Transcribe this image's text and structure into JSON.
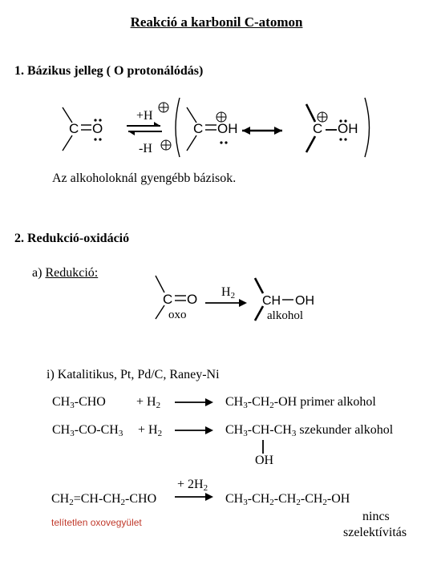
{
  "title": "Reakció a karbonil C-atomon",
  "section1": {
    "heading": "1. Bázikus jelleg ( O protonálódás)",
    "carbonyl_C": "C",
    "carbonyl_O": "O",
    "plus_H": "+H",
    "minus_H": "-H",
    "protonated_C": "C",
    "protonated_OH": "OH",
    "resonance_C": "C",
    "resonance_OH": "OH",
    "note": "Az alkoholoknál gyengébb bázisok."
  },
  "section2": {
    "heading": "2. Redukció-oxidáció",
    "sub_prefix": "a)",
    "sub_label": "Redukció:",
    "oxo_C": "C",
    "oxo_O": "O",
    "oxo_label": "oxo",
    "h2": "H",
    "h2_sub": "2",
    "alc_CH": "CH",
    "alc_OH": "OH",
    "alc_label": "alkohol",
    "catalytic": "i) Katalitikus, Pt, Pd/C, Raney-Ni"
  },
  "eq1": {
    "left": [
      "CH",
      "3",
      "-CHO"
    ],
    "reagent": [
      "+ H",
      "2"
    ],
    "right": [
      "CH",
      "3",
      "-CH",
      "2",
      "-OH"
    ],
    "label": "primer alkohol"
  },
  "eq2": {
    "left": [
      "CH",
      "3",
      "-CO-CH",
      "3"
    ],
    "reagent": [
      "+ H",
      "2"
    ],
    "right": [
      "CH",
      "3",
      "-CH-CH",
      "3"
    ],
    "label": "szekunder alkohol",
    "oh": "OH"
  },
  "eq3": {
    "left": [
      "CH",
      "2",
      "=CH-CH",
      "2",
      "-CHO"
    ],
    "reagent": [
      "+ 2H",
      "2"
    ],
    "right": [
      "CH",
      "3",
      "-CH",
      "2",
      "-CH",
      "2",
      "-CH",
      "2",
      "-OH"
    ],
    "unsat_label": "telítetlen oxovegyület",
    "nines": "nincs",
    "szelektivitas": "szelektívitás"
  },
  "colors": {
    "text": "#000000",
    "accent": "#c0392b"
  }
}
